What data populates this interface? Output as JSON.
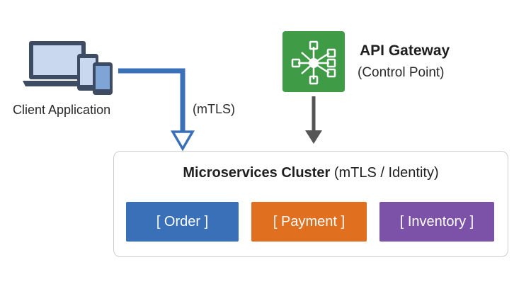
{
  "client": {
    "label": "Client Application",
    "icon": "laptop-devices-icon"
  },
  "link": {
    "label": "(mTLS)"
  },
  "gateway": {
    "title": "API Gateway",
    "subtitle": "(Control Point)",
    "icon": "network-hub-icon",
    "color": "#3f9b45"
  },
  "cluster": {
    "title": "Microservices Cluster",
    "subtitle": "(mTLS / Identity)",
    "services": [
      {
        "label": "[ Order ]",
        "color": "#3a70b8"
      },
      {
        "label": "[ Payment ]",
        "color": "#e0701f"
      },
      {
        "label": "[ Inventory ]",
        "color": "#7b52a8"
      }
    ]
  },
  "colors": {
    "client_link": "#3a70b8",
    "gateway_arrow": "#555555"
  }
}
